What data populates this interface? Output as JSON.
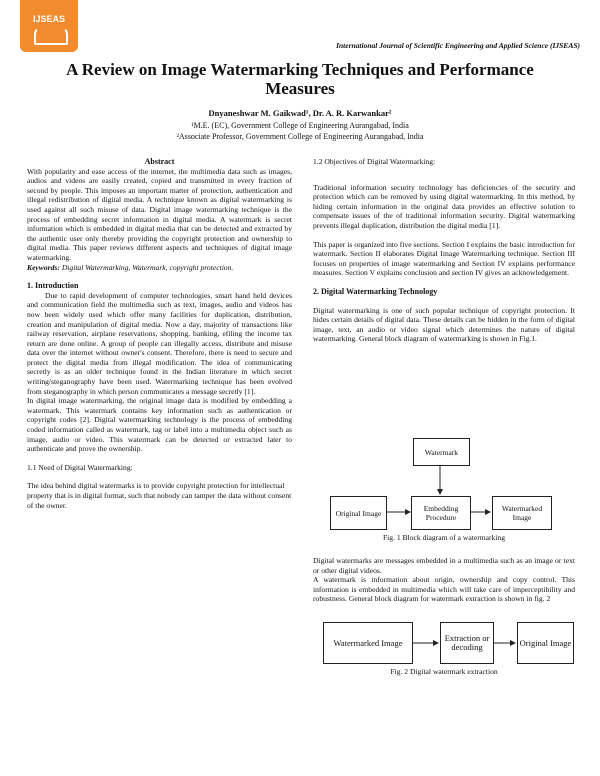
{
  "logo": {
    "text": "IJSEAS"
  },
  "journal": "International Journal of Scientific Engineering and Applied Science (IJSEAS)",
  "title": "A Review on Image Watermarking Techniques and Performance Measures",
  "authors": "Dnyaneshwar M. Gaikwad¹, Dr. A. R. Karwankar²",
  "aff1": "¹M.E. (EC), Government College of Engineering Aurangabad, India",
  "aff2": "²Associate Professor, Government College of Engineering Aurangabad, India",
  "left": {
    "abstract_h": "Abstract",
    "abstract": "With popularity and ease access of the internet, the multimedia data such as images, audios and videos are easily created, copied and transmitted in every fraction of second by people. This imposes an important matter of protection, authentication and illegal redistribution of digital media. A technique known as digital watermarking is used against all such misuse of data. Digital image watermarking technique is the process of embedding secret information in digital media. A watermark is secret information which is embedded in digital media that can be detected and extracted by the authentic user only thereby providing the copyright protection and ownership to digital media. This paper reviews different aspects and techniques of digital image watermarking.",
    "keywords_label": "Keywords:",
    "keywords": "Digital Watermarking, Watermark, copyright protection.",
    "intro_h": "1. Introduction",
    "intro1": "Due to rapid development of computer technologies, smart hand held devices and communication field the multimedia such as text, images, audio and videos has now been widely used which offer many facilities for duplication, distribution, creation and manipulation of digital media. Now a day, majority of transactions like railway reservation, airplane reservations, shopping, banking, efiling the income tax return are done online. A group of people can illegally access, distribute and misuse data over the internet without owner's consent. Therefore, there is need to secure and protect the digital media from illegal modification. The idea of communicating secretly is as an older technique found in the Indian literature in which secret writing/steganography have been used. Watermarking technique has been evolved from steganography in which person communicates a message secretly [1].",
    "intro2": "In digital image watermarking, the original image data is modified by embedding a watermark. This watermark contains key information such as authentication or copyright codes [2]. Digital watermarking technology is the process of embedding coded information called as watermark, tag or label into a multimedia object such as image, audio or video. This watermark can be detected or extracted later to authenticate and prove the ownership.",
    "need_h": "1.1 Need of Digital Watermarking:",
    "need": "The idea behind digital watermarks is to provide copyright protection for intellectual property that is in digital format, such that nobody can tamper the data without consent of the owner."
  },
  "right": {
    "obj_h": "1.2 Objectives of Digital Watermarking:",
    "obj": "Traditional information security technology has deficiencies of the security and protection which can be removed by using digital watermarking. In this method, by hiding certain information in the original data provides an effective solution to compensate issues of the of traditional information security. Digital watermarking prevents illegal duplication, distribution the digital media [1].",
    "org": "This paper is organized into five sections. Section I explains the basic introduction for watermark. Section II elaborates Digital Image Watermarking technique. Section III focuses on properties of image watermarking and Section IV explains performance measures. Section V explains conclusion and section IV gives an acknowledgement.",
    "s2_h": "2. Digital Watermarking Technology",
    "s2": "Digital watermarking is one of such popular technique of copyright protection. It hides certain details of digital data. These details can be hidden in the form of digital image, text, an audio or video signal which determines the nature of digital watermarking. General block diagram of watermarking is shown in Fig.1.",
    "after1": "Digital watermarks are messages embedded in a multimedia such as an image or text or other digital videos.",
    "after2": "A watermark is information about origin, ownership and copy control. This information is embedded in multimedia which will take care of imperceptibility and robustness. General block diagram for watermark extraction is shown in fig. 2"
  },
  "fig1": {
    "watermark": "Watermark",
    "original": "Original Image",
    "embed": "Embedding Procedure",
    "watermarked": "Watermarked Image",
    "caption": "Fig. 1 Block diagram of a watermarking"
  },
  "fig2": {
    "watermarked": "Watermarked Image",
    "extract": "Extraction or decoding",
    "original": "Original Image",
    "caption": "Fig. 2 Digital watermark extraction"
  }
}
